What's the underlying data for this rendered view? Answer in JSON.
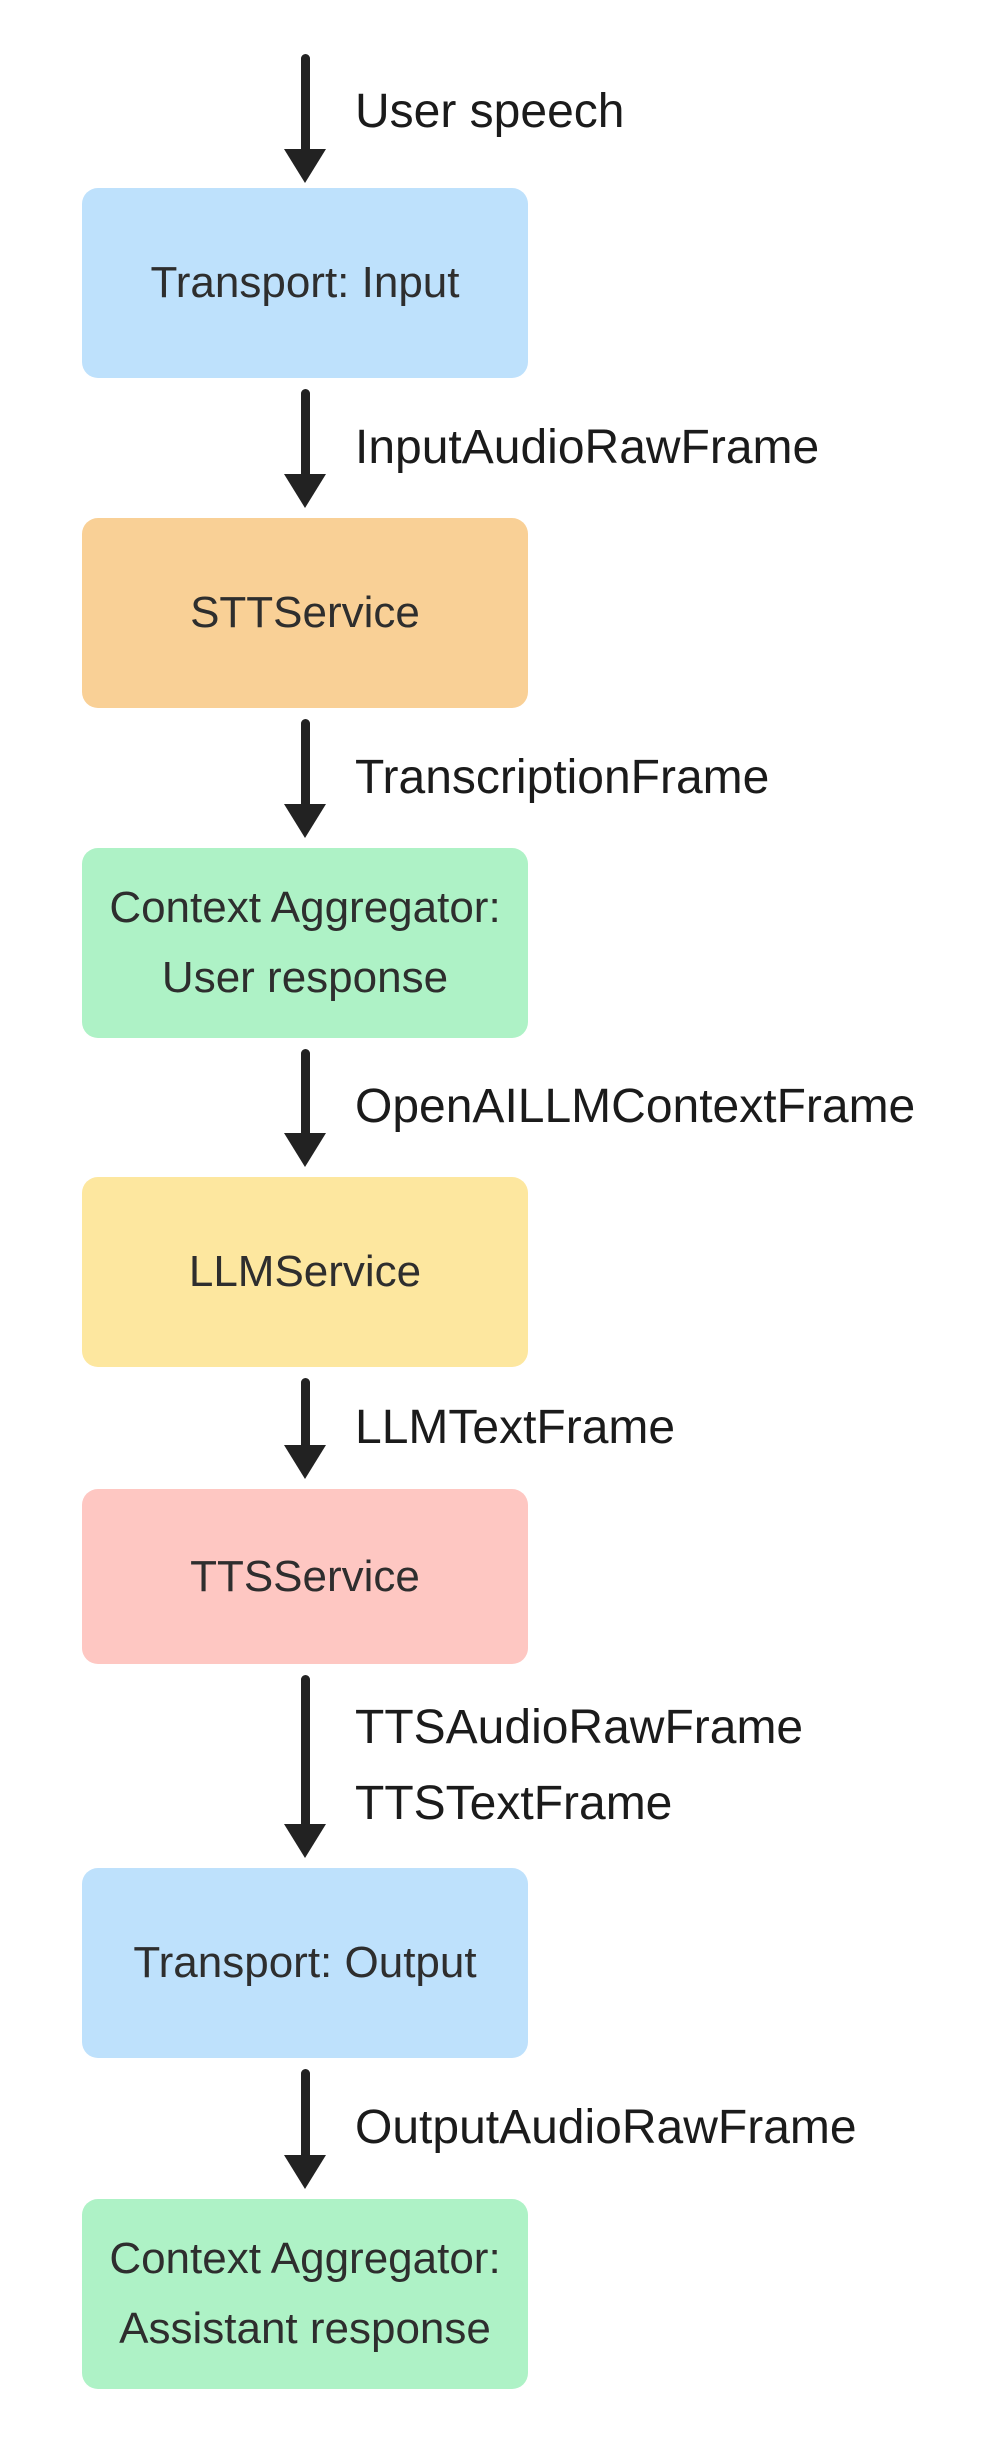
{
  "diagram": {
    "background_color": "#ffffff",
    "arrow_color": "#222222",
    "node_text_color": "#2e2e2e",
    "edge_label_color": "#1b1b1b",
    "nodes": [
      {
        "id": "transport-input",
        "line1": "Transport: Input",
        "line2": "",
        "color": "#bee1fc"
      },
      {
        "id": "stt-service",
        "line1": "STTService",
        "line2": "",
        "color": "#f9d096"
      },
      {
        "id": "context-aggregator-user",
        "line1": "Context Aggregator:",
        "line2": "User response",
        "color": "#aef2c6"
      },
      {
        "id": "llm-service",
        "line1": "LLMService",
        "line2": "",
        "color": "#fde79f"
      },
      {
        "id": "tts-service",
        "line1": "TTSService",
        "line2": "",
        "color": "#fec7c2"
      },
      {
        "id": "transport-output",
        "line1": "Transport: Output",
        "line2": "",
        "color": "#bee1fc"
      },
      {
        "id": "context-aggregator-assistant",
        "line1": "Context Aggregator:",
        "line2": "Assistant response",
        "color": "#aef2c6"
      }
    ],
    "edges": [
      {
        "line1": "User speech",
        "line2": ""
      },
      {
        "line1": "InputAudioRawFrame",
        "line2": ""
      },
      {
        "line1": "TranscriptionFrame",
        "line2": ""
      },
      {
        "line1": "OpenAILLMContextFrame",
        "line2": ""
      },
      {
        "line1": "LLMTextFrame",
        "line2": ""
      },
      {
        "line1": "TTSAudioRawFrame",
        "line2": "TTSTextFrame"
      },
      {
        "line1": "OutputAudioRawFrame",
        "line2": ""
      }
    ]
  }
}
